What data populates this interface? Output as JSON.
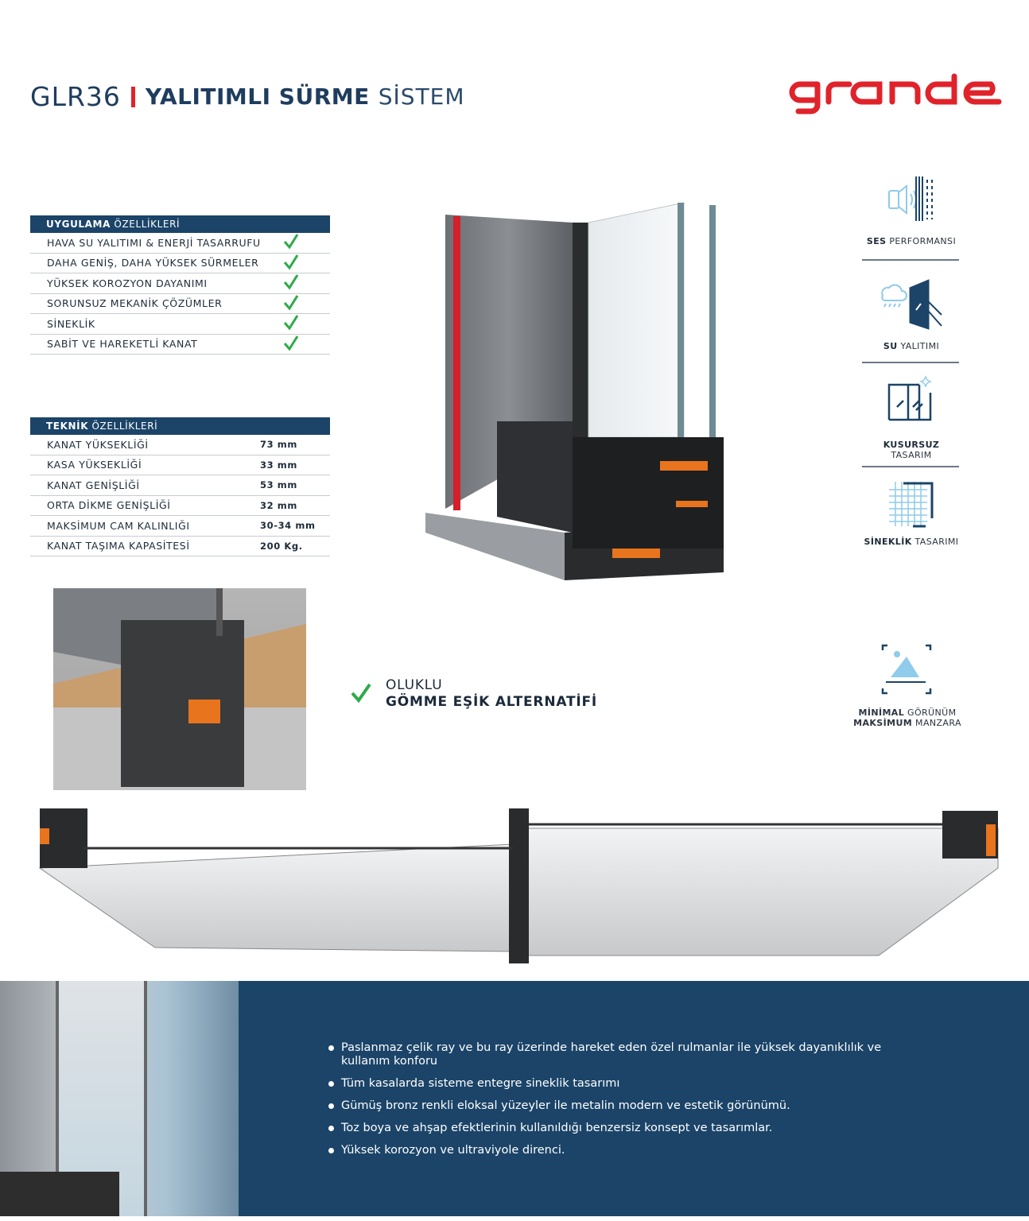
{
  "header": {
    "model": "GLR36",
    "title_bold": "YALITIMLI SÜRME",
    "title_light": "SİSTEM",
    "logo": "grande"
  },
  "colors": {
    "brand_blue": "#1b4468",
    "brand_red": "#e0232b",
    "check_green": "#2eaa4a"
  },
  "features_table": {
    "header_bold": "UYGULAMA",
    "header_light": "ÖZELLİKLERİ",
    "rows": [
      "HAVA SU YALITIMI & ENERJİ TASARRUFU",
      "DAHA GENİŞ, DAHA YÜKSEK SÜRMELER",
      "YÜKSEK KOROZYON DAYANIMI",
      "SORUNSUZ MEKANİK ÇÖZÜMLER",
      "SİNEKLİK",
      "SABİT VE HAREKETLİ KANAT"
    ]
  },
  "tech_table": {
    "header_bold": "TEKNİK",
    "header_light": "ÖZELLİKLERİ",
    "rows": [
      {
        "label": "KANAT YÜKSEKLİĞİ",
        "value": "73 mm"
      },
      {
        "label": "KASA YÜKSEKLİĞİ",
        "value": "33 mm"
      },
      {
        "label": "KANAT GENİŞLİĞİ",
        "value": "53 mm"
      },
      {
        "label": "ORTA DİKME GENİŞLİĞİ",
        "value": "32 mm"
      },
      {
        "label": "MAKSİMUM CAM KALINLIĞI",
        "value": "30-34 mm"
      },
      {
        "label": "KANAT TAŞIMA KAPASİTESİ",
        "value": "200 Kg."
      }
    ]
  },
  "icons": [
    {
      "bold": "SES",
      "light": "PERFORMANSI",
      "icon": "sound-icon"
    },
    {
      "bold": "SU",
      "light": "YALITIMI",
      "icon": "rain-window-icon"
    },
    {
      "bold": "KUSURSUZ",
      "light": "TASARIM",
      "icon": "sliding-door-icon"
    },
    {
      "bold": "SİNEKLİK",
      "light": "TASARIMI",
      "icon": "mesh-icon"
    }
  ],
  "view": {
    "line1_bold": "MİNİMAL",
    "line1_light": "GÖRÜNÜM",
    "line2_bold": "MAKSİMUM",
    "line2_light": "MANZARA"
  },
  "threshold": {
    "line1": "OLUKLU",
    "line2": "GÖMME EŞİK ALTERNATİFİ"
  },
  "bullets": [
    "Paslanmaz çelik ray ve bu ray üzerinde hareket eden özel rulmanlar ile yüksek dayanıklılık ve kullanım konforu",
    "Tüm kasalarda sisteme entegre sineklik tasarımı",
    "Gümüş bronz renkli eloksal yüzeyler ile metalin modern ve estetik görünümü.",
    "Toz boya ve ahşap efektlerinin kullanıldığı benzersiz konsept ve tasarımlar.",
    "Yüksek korozyon ve ultraviyole direnci."
  ]
}
